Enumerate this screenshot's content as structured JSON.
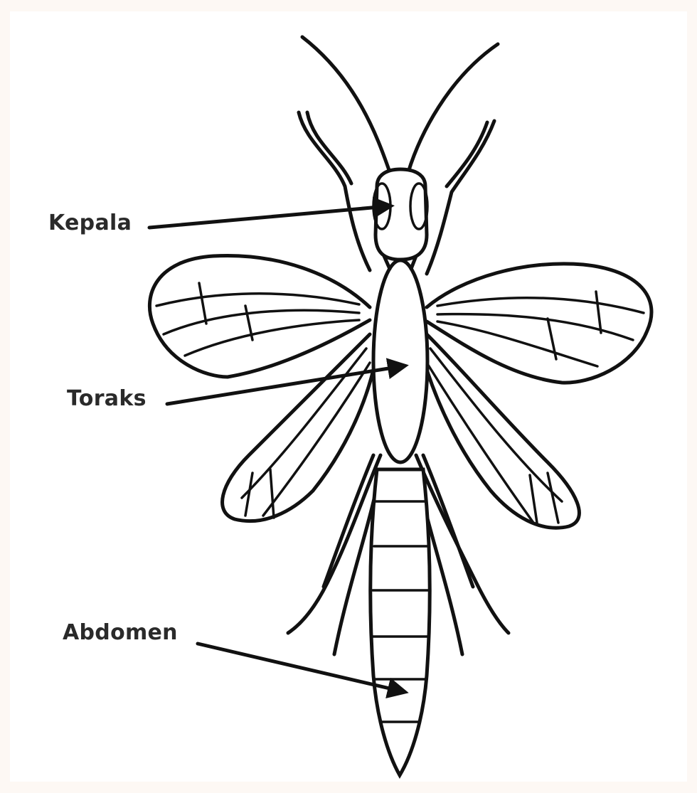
{
  "diagram": {
    "labels": {
      "head": "Kepala",
      "thorax": "Toraks",
      "abdomen": "Abdomen"
    },
    "colors": {
      "ink": "#111111",
      "label": "#2a2a2a",
      "background": "#fdf8f4",
      "panel": "#ffffff"
    }
  }
}
